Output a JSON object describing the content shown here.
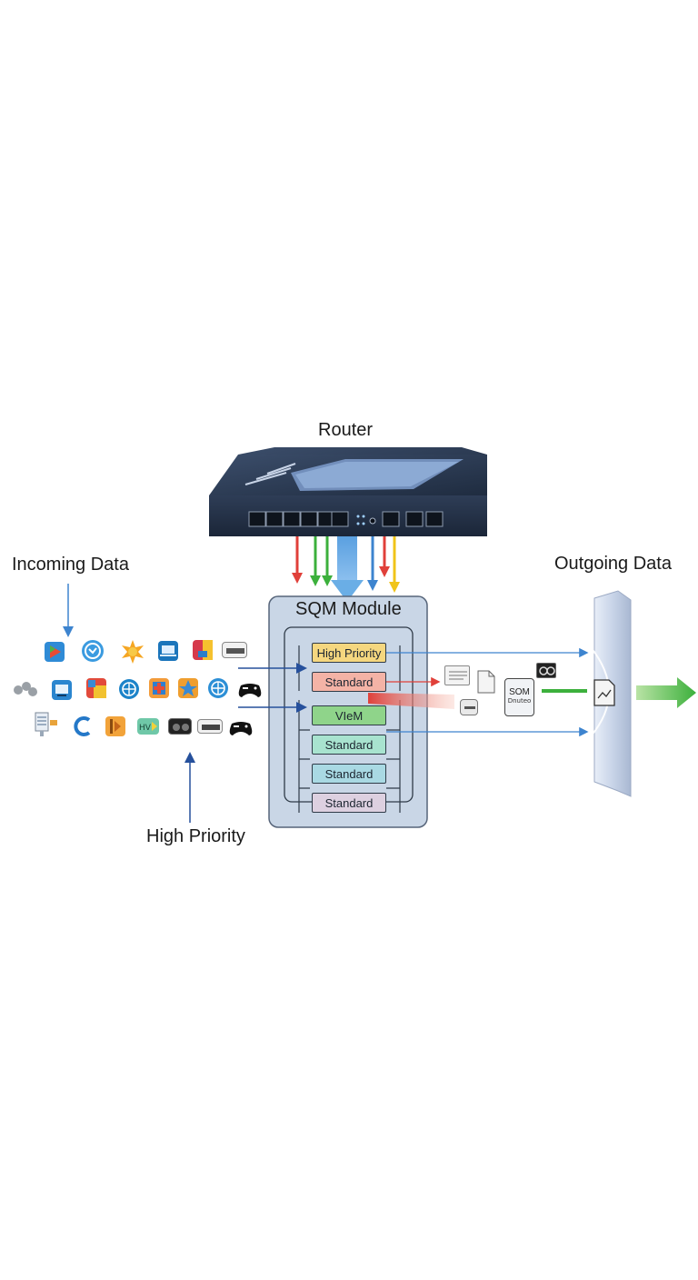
{
  "labels": {
    "router": "Router",
    "incoming": "Incoming Data",
    "outgoing": "Outgoing Data",
    "sqm_module": "SQM Module",
    "high_priority_bottom": "High Priority"
  },
  "queues": [
    {
      "label": "High Priority",
      "color": "#f5d77f"
    },
    {
      "label": "Standard",
      "color": "#f4b3a6"
    },
    {
      "label": "VIeM",
      "color": "#8fd48a"
    },
    {
      "label": "Standard",
      "color": "#a8e3cf"
    },
    {
      "label": "Standard",
      "color": "#a9d9e3"
    },
    {
      "label": "Standard",
      "color": "#ddd0e0"
    }
  ],
  "sqm_device": {
    "line1": "SOM",
    "line2": "Dnuteo"
  },
  "icons": {
    "row1": [
      "play-icon",
      "globe-icon",
      "sun-icon",
      "laptop-icon",
      "shield-icon",
      "keyboard-icon"
    ],
    "row2": [
      "users-icon",
      "monitor-icon",
      "folder-icon",
      "globe-icon",
      "plus-icon",
      "star-icon",
      "network-icon",
      "gamepad-icon"
    ],
    "row3": [
      "document-icon",
      "c-icon",
      "film-icon",
      "chart-icon",
      "vr-icon",
      "keyboard-icon",
      "gamepad-icon"
    ]
  },
  "colors": {
    "router_body": "#2b3a52",
    "module_bg": "#c9d6e6",
    "arrow_red": "#e0403a",
    "arrow_green": "#3cb03c",
    "arrow_blue": "#3d84cf",
    "arrow_yellow": "#f0c419"
  }
}
